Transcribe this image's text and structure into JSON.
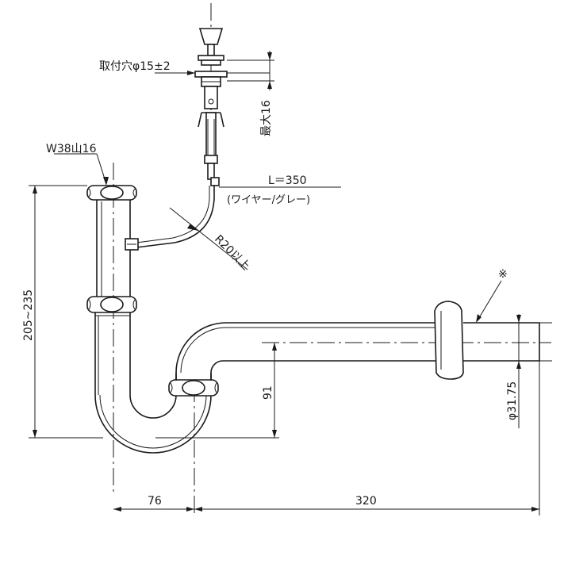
{
  "labels": {
    "mounting_hole": "取付穴φ15±2",
    "max_thickness": "最大16",
    "wire_length": "L＝350",
    "wire_note": "(ワイヤー/グレー)",
    "nut_spec": "W38山16",
    "bend_radius": "R20以上",
    "note_mark": "※",
    "height_range": "205~235",
    "trap_depth": "91",
    "pipe_diameter": "φ31.75",
    "horizontal_offset": "76",
    "horizontal_length": "320"
  }
}
